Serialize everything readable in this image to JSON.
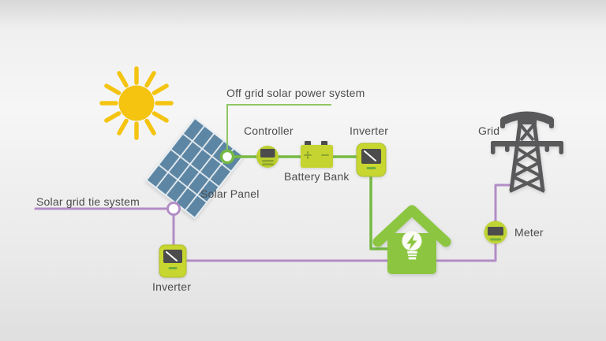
{
  "title": "Solar power system diagram",
  "labels": {
    "off_grid_system": "Off grid solar power system",
    "grid_tie_system": "Solar grid tie system",
    "controller": "Controller",
    "battery_bank": "Battery Bank",
    "inverter_off_grid": "Inverter",
    "inverter_grid_tie": "Inverter",
    "solar_panel": "Solar Panel",
    "grid": "Grid",
    "meter": "Meter"
  },
  "icons": [
    "sun-icon",
    "solar-panel-icon",
    "controller-icon",
    "battery-bank-icon",
    "inverter-icon",
    "house-icon",
    "lightbulb-icon",
    "meter-icon",
    "transmission-tower-icon",
    "connection-node"
  ],
  "colors": {
    "off_grid_wire_green": "#76b943",
    "off_grid_label_line": "#8fc763",
    "grid_tie_wire_purple": "#b28dc6",
    "device_fill_yellow_green": "#c5d430",
    "device_display_gray": "#4c4c4c",
    "device_accent_olive": "#8ea62c",
    "house_green": "#8cc641",
    "sun_yellow": "#f4c411",
    "panel_blue": "#5d86a4",
    "tower_gray": "#59595b",
    "label_text": "#4c4c4c"
  }
}
